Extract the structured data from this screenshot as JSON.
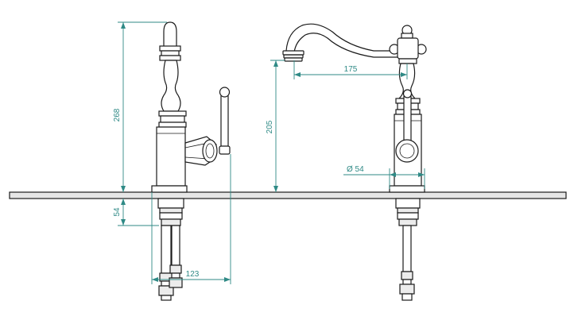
{
  "dimensions": {
    "overall_height": "268",
    "below_counter": "54",
    "spout_height": "205",
    "spout_reach": "175",
    "base_diameter": "Ø 54",
    "lever_offset": "123"
  },
  "colors": {
    "dimension_lines": "#2f8a86",
    "outline": "#1a1a1a",
    "counter_fill": "#e6e6e6"
  }
}
